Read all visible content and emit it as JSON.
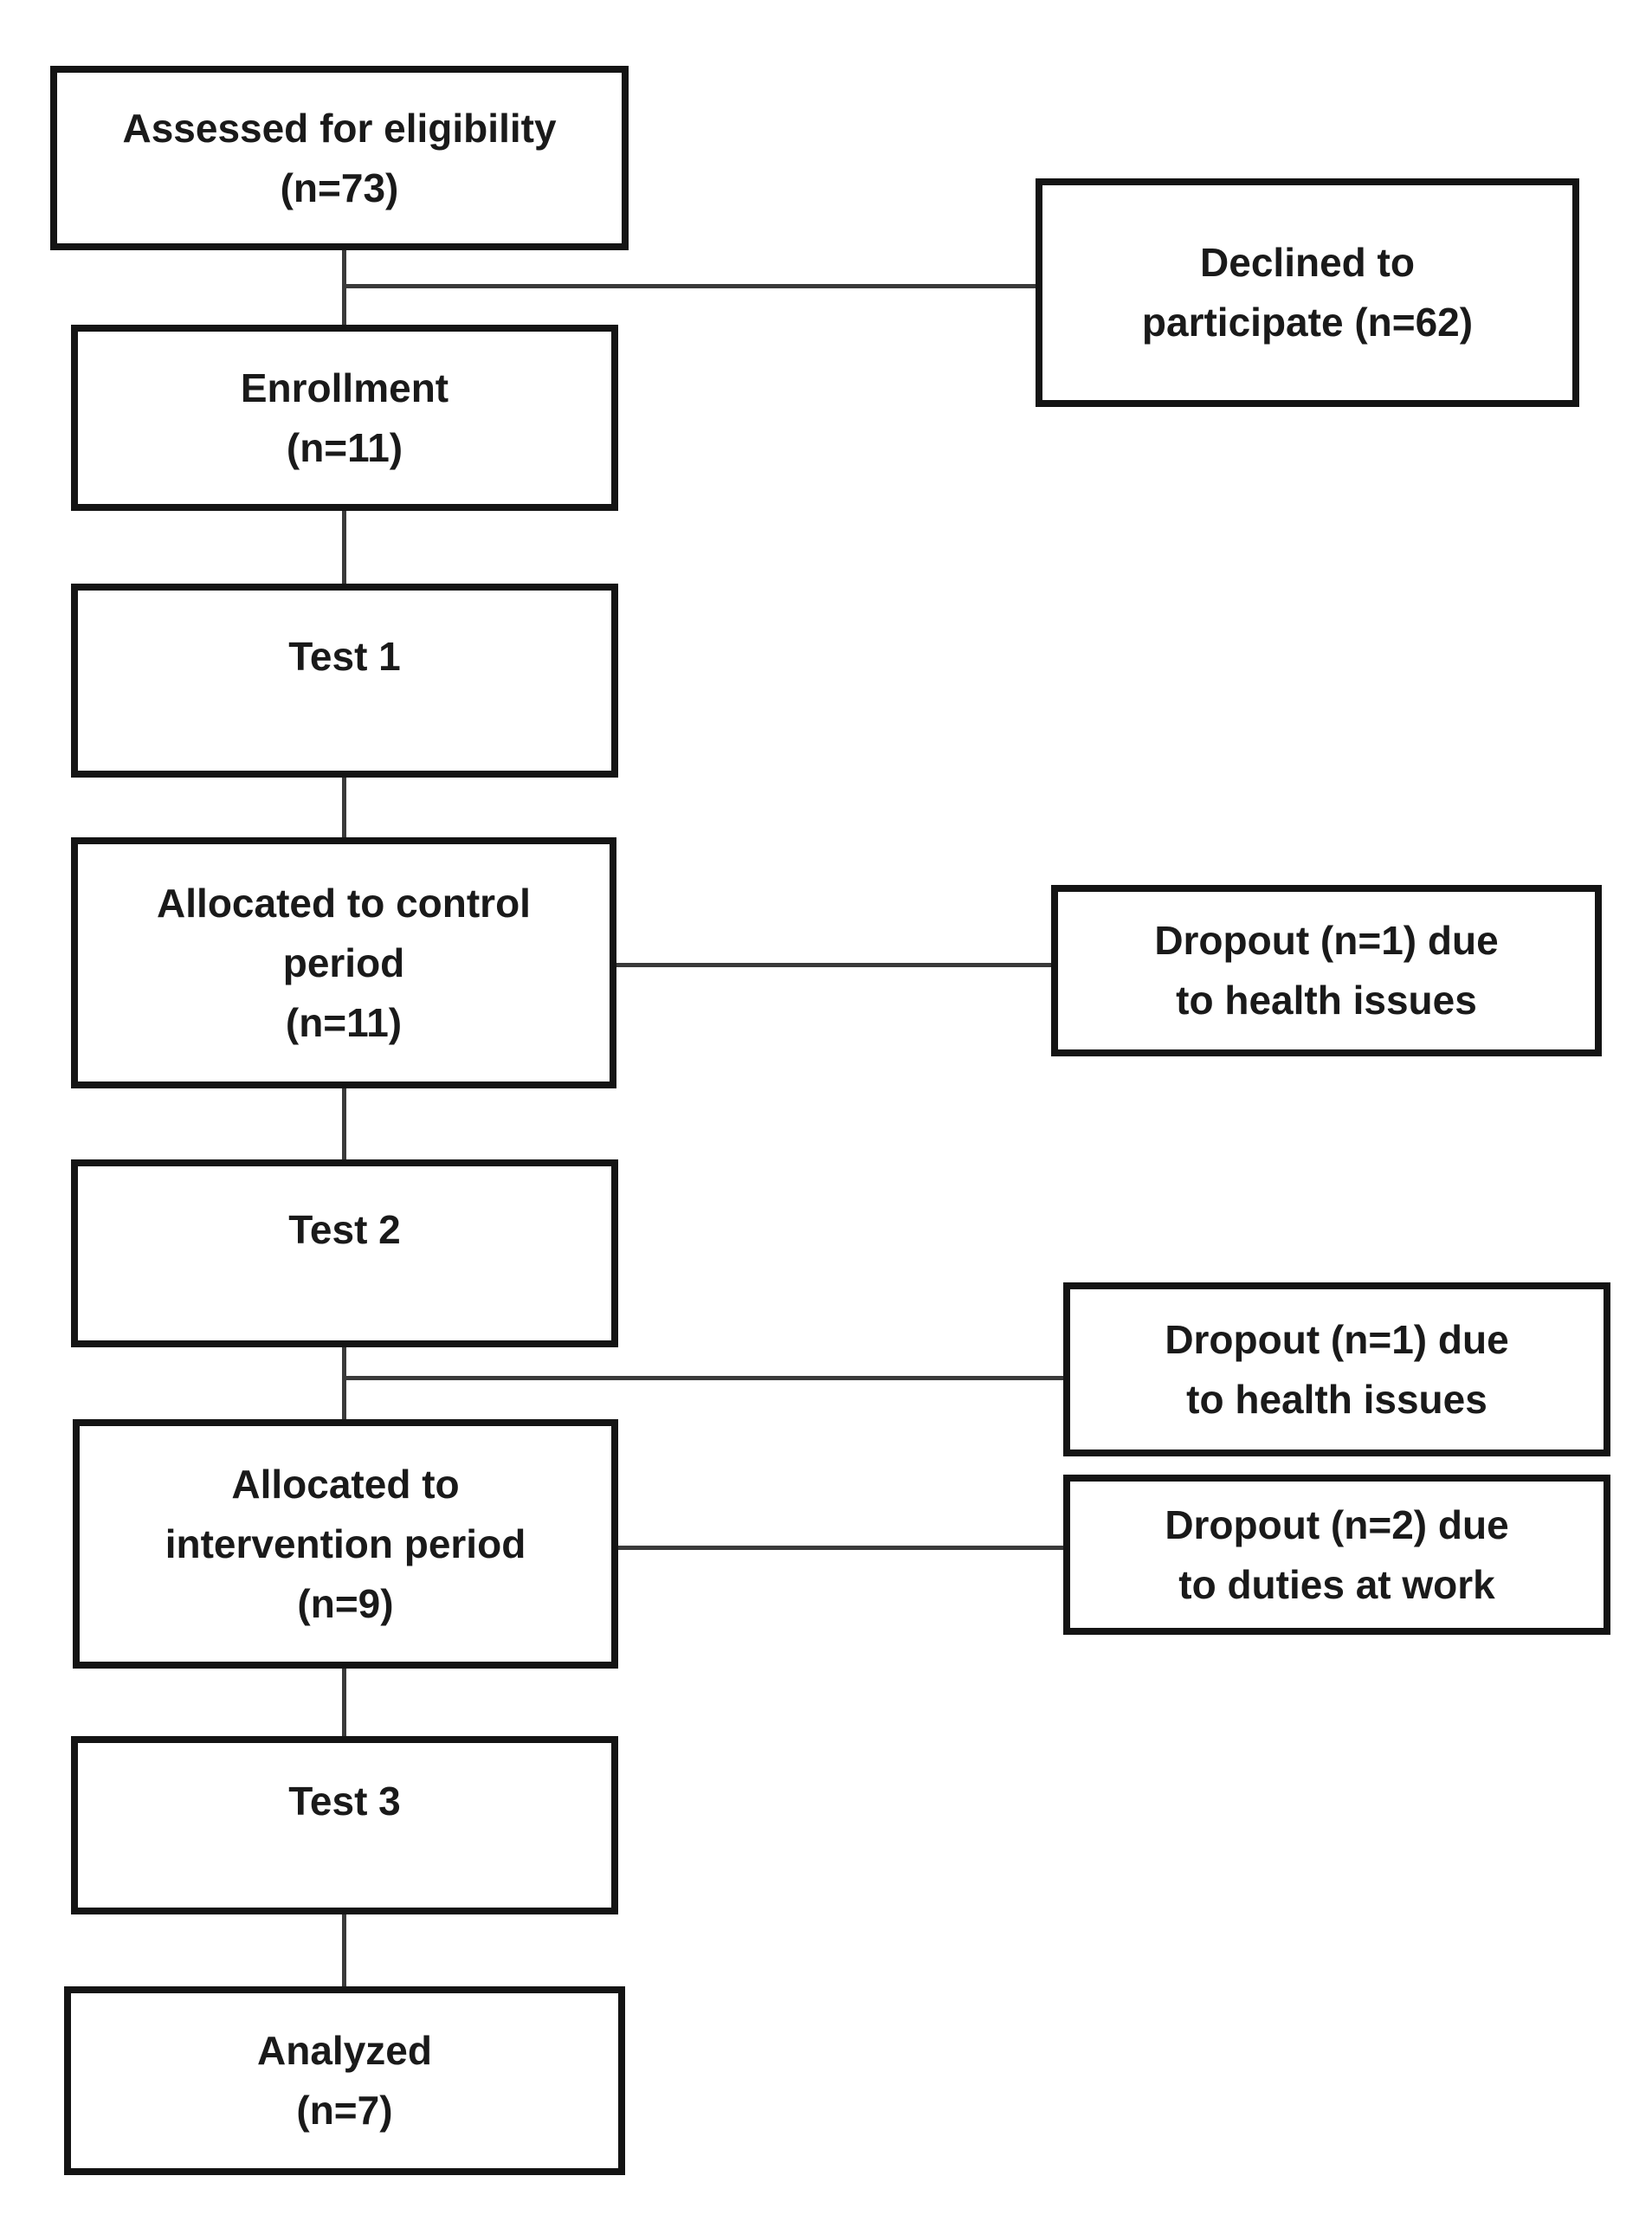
{
  "diagram": {
    "type": "flowchart",
    "style": {
      "background": "#ffffff",
      "box_border_color": "#141414",
      "connector_color": "#3a3a3a",
      "text_color": "#1a1a1a"
    },
    "nodes": {
      "assessed": {
        "text": "Assessed for eligibility\n(n=73)",
        "n": 73
      },
      "declined": {
        "text": "Declined to\nparticipate (n=62)",
        "n": 62
      },
      "enrollment": {
        "text": "Enrollment\n(n=11)",
        "n": 11
      },
      "test1": {
        "text": "Test 1"
      },
      "control": {
        "text": "Allocated to control\nperiod\n(n=11)",
        "n": 11
      },
      "dropout_health_1": {
        "text": "Dropout (n=1) due\nto health issues",
        "n": 1
      },
      "test2": {
        "text": "Test 2"
      },
      "dropout_health_2": {
        "text": "Dropout (n=1) due\nto health issues",
        "n": 1
      },
      "intervention": {
        "text": "Allocated to\nintervention period\n(n=9)",
        "n": 9
      },
      "dropout_work": {
        "text": "Dropout (n=2) due\nto duties at work",
        "n": 2
      },
      "test3": {
        "text": "Test 3"
      },
      "analyzed": {
        "text": "Analyzed\n(n=7)",
        "n": 7
      }
    },
    "edges": [
      {
        "from": "assessed",
        "to": "enrollment",
        "shape": "vertical"
      },
      {
        "from": "assessed",
        "to": "declined",
        "shape": "horizontal-branch"
      },
      {
        "from": "enrollment",
        "to": "test1",
        "shape": "vertical"
      },
      {
        "from": "test1",
        "to": "control",
        "shape": "vertical"
      },
      {
        "from": "control",
        "to": "dropout_health_1",
        "shape": "horizontal"
      },
      {
        "from": "control",
        "to": "test2",
        "shape": "vertical"
      },
      {
        "from": "test2",
        "to": "intervention",
        "shape": "vertical"
      },
      {
        "from": "test2",
        "to": "dropout_health_2",
        "shape": "horizontal-branch"
      },
      {
        "from": "intervention",
        "to": "dropout_work",
        "shape": "horizontal"
      },
      {
        "from": "intervention",
        "to": "test3",
        "shape": "vertical"
      },
      {
        "from": "test3",
        "to": "analyzed",
        "shape": "vertical"
      }
    ]
  }
}
